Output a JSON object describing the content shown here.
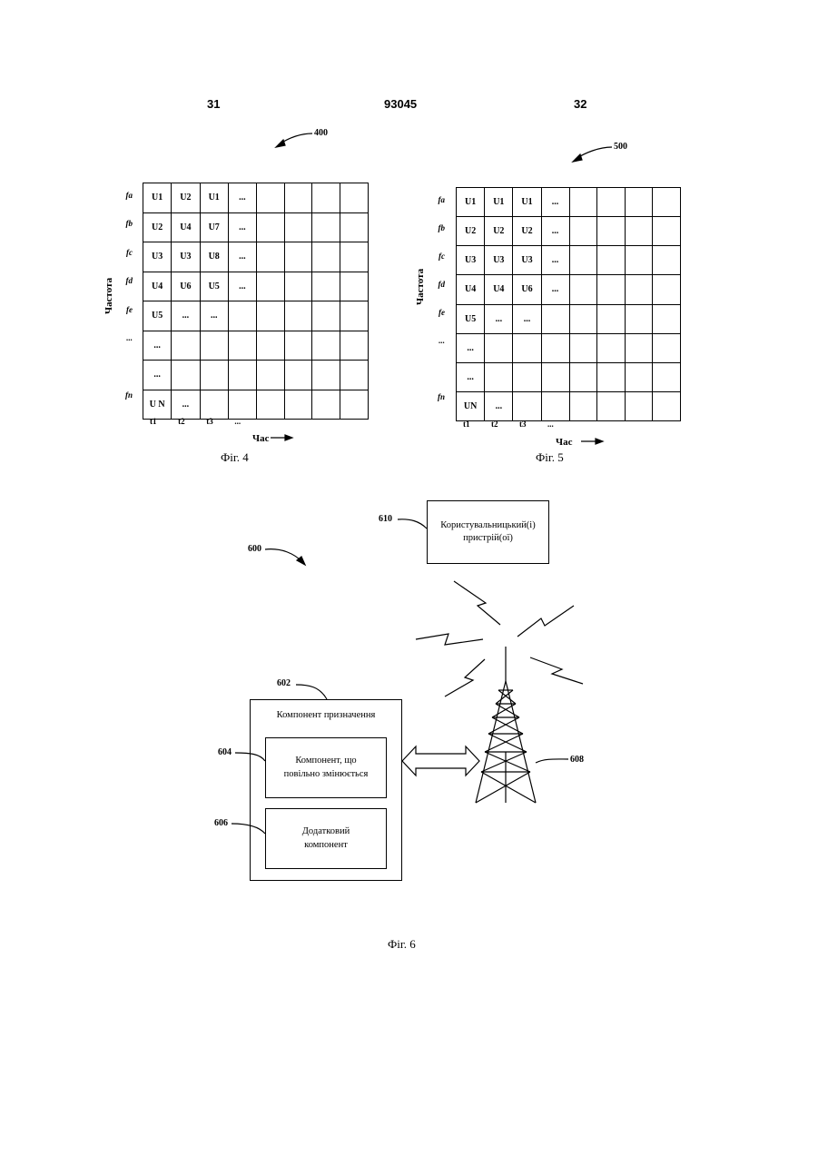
{
  "header": {
    "left_page": "31",
    "patent_number": "93045",
    "right_page": "32"
  },
  "fig4": {
    "ref": "400",
    "rows": [
      "fa",
      "fb",
      "fc",
      "fd",
      "fe",
      "...",
      "",
      "fn"
    ],
    "cols": [
      "t1",
      "t2",
      "t3",
      "..."
    ],
    "cells": [
      [
        "U1",
        "U2",
        "U1",
        "...",
        "",
        "",
        "",
        ""
      ],
      [
        "U2",
        "U4",
        "U7",
        "...",
        "",
        "",
        "",
        ""
      ],
      [
        "U3",
        "U3",
        "U8",
        "...",
        "",
        "",
        "",
        ""
      ],
      [
        "U4",
        "U6",
        "U5",
        "...",
        "",
        "",
        "",
        ""
      ],
      [
        "U5",
        "...",
        "...",
        "",
        "",
        "",
        "",
        ""
      ],
      [
        "...",
        "",
        "",
        "",
        "",
        "",
        "",
        ""
      ],
      [
        "...",
        "",
        "",
        "",
        "",
        "",
        "",
        ""
      ],
      [
        "U N",
        "...",
        "",
        "",
        "",
        "",
        "",
        ""
      ]
    ],
    "y_axis": "Частота",
    "x_axis": "Час",
    "caption": "Фіг. 4"
  },
  "fig5": {
    "ref": "500",
    "rows": [
      "fa",
      "fb",
      "fc",
      "fd",
      "fe",
      "...",
      "",
      "fn"
    ],
    "cols": [
      "t1",
      "t2",
      "t3",
      "..."
    ],
    "cells": [
      [
        "U1",
        "U1",
        "U1",
        "...",
        "",
        "",
        "",
        ""
      ],
      [
        "U2",
        "U2",
        "U2",
        "...",
        "",
        "",
        "",
        ""
      ],
      [
        "U3",
        "U3",
        "U3",
        "...",
        "",
        "",
        "",
        ""
      ],
      [
        "U4",
        "U4",
        "U6",
        "...",
        "",
        "",
        "",
        ""
      ],
      [
        "U5",
        "...",
        "...",
        "",
        "",
        "",
        "",
        ""
      ],
      [
        "...",
        "",
        "",
        "",
        "",
        "",
        "",
        ""
      ],
      [
        "...",
        "",
        "",
        "",
        "",
        "",
        "",
        ""
      ],
      [
        "UN",
        "...",
        "",
        "",
        "",
        "",
        "",
        ""
      ]
    ],
    "y_axis": "Частота",
    "x_axis": "Час",
    "caption": "Фіг. 5"
  },
  "fig6": {
    "ref_system": "600",
    "ref_user_device": "610",
    "user_device_label": "Користувальницький(і)\nпристрій(ої)",
    "ref_assign": "602",
    "assign_label": "Компонент призначення",
    "ref_slow": "604",
    "slow_label": "Компонент, що\nповільно змінюється",
    "ref_additional": "606",
    "additional_label": "Додатковий\nкомпонент",
    "ref_tower": "608",
    "caption": "Фіг. 6"
  }
}
